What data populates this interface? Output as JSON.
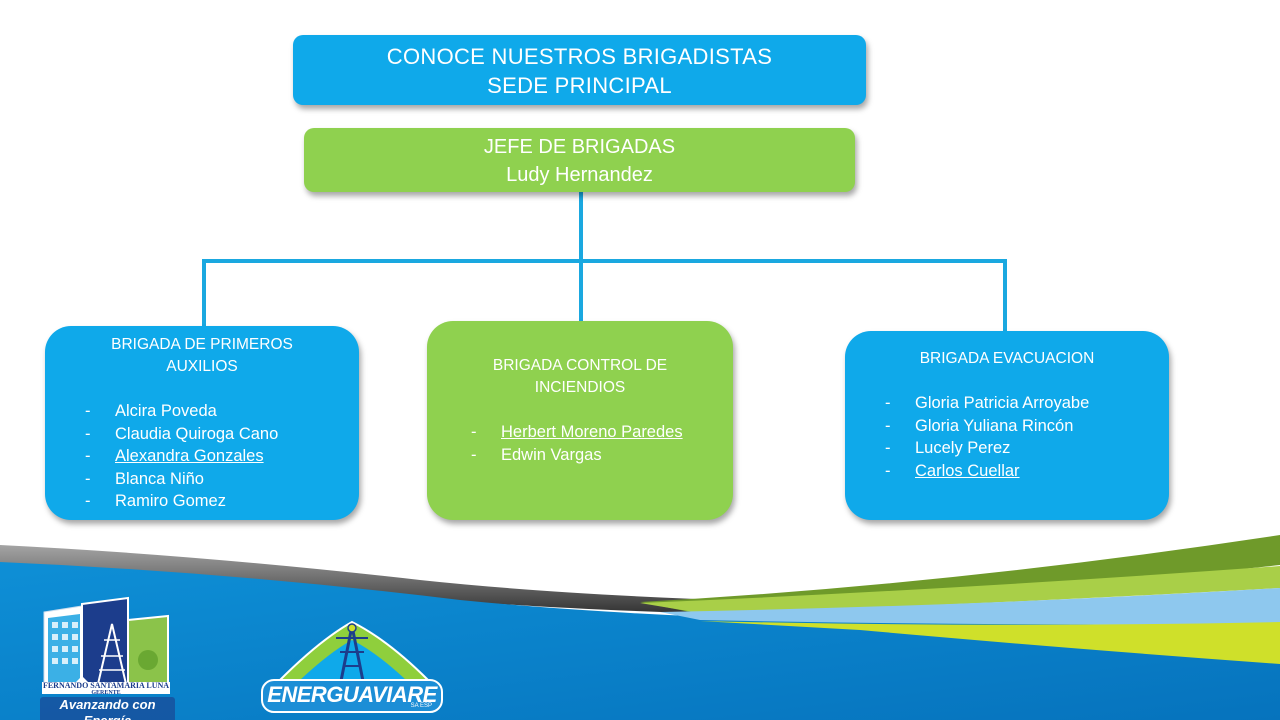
{
  "title": {
    "line1": "CONOCE NUESTROS BRIGADISTAS",
    "line2": "SEDE PRINCIPAL"
  },
  "chief": {
    "role": "JEFE DE BRIGADAS",
    "name": "Ludy Hernandez"
  },
  "brigades": [
    {
      "name_line1": "BRIGADA DE PRIMEROS",
      "name_line2": "AUXILIOS",
      "members": [
        "Alcira Poveda",
        "Claudia Quiroga Cano",
        "Alexandra Gonzales",
        "Blanca Niño",
        "Ramiro Gomez"
      ]
    },
    {
      "name_line1": "BRIGADA CONTROL DE",
      "name_line2": "INCIENDIOS",
      "members": [
        "Herbert Moreno Paredes",
        "Edwin Vargas"
      ]
    },
    {
      "name_line1": "BRIGADA EVACUACION",
      "members": [
        "Gloria Patricia Arroyabe",
        "Gloria Yuliana Rincón",
        "Lucely Perez",
        "Carlos Cuellar"
      ]
    }
  ],
  "bullet": "-",
  "footer": {
    "manager_name": "FERNANDO SANTAMARIA LUNA",
    "manager_role": "GERENTE",
    "slogan": "Avanzando con Energía",
    "company_logo_text": "ENERGUAVIARE",
    "company_logo_suffix": "SA ESP"
  },
  "colors": {
    "blue": "#0fa9ea",
    "green": "#8fd14f",
    "connector": "#1aa8e0",
    "footer_blue": "#0a86cf"
  }
}
